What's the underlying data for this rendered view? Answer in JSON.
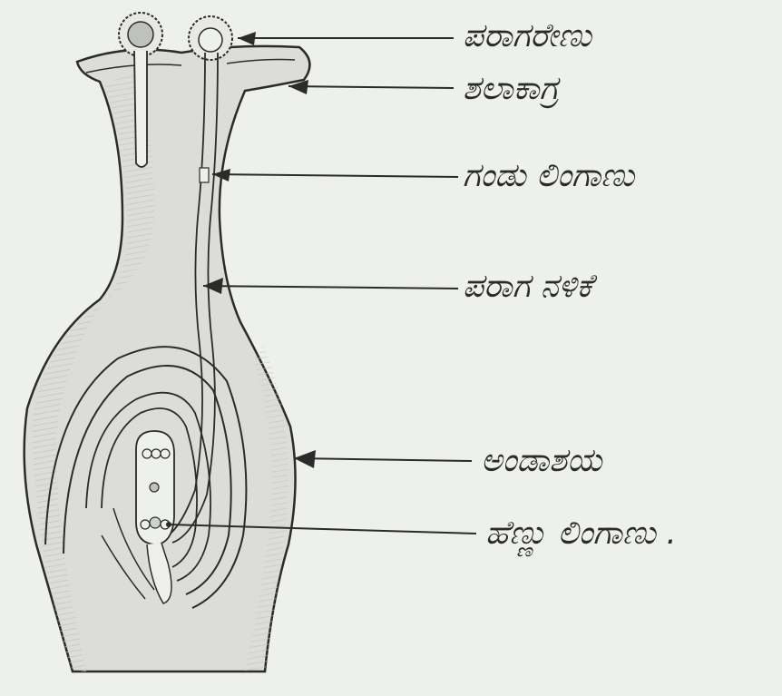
{
  "labels": {
    "pollen_grain": "ಪರಾಗರೇಣು",
    "stigma": "ಶಲಾಕಾಗ್ರ",
    "male_gametes": "ಗಂಡು ಲಿಂಗಾಣು",
    "pollen_tube": "ಪರಾಗ ನಳಿಕೆ",
    "ovule": "ಅಂಡಾಶಯ",
    "female_gamete": "ಹೆಣ್ಣು ಲಿಂಗಾಣು ."
  },
  "colors": {
    "paper": "#eef0ec",
    "ink": "#2b2b2b",
    "shade": "#cfd1cc"
  }
}
